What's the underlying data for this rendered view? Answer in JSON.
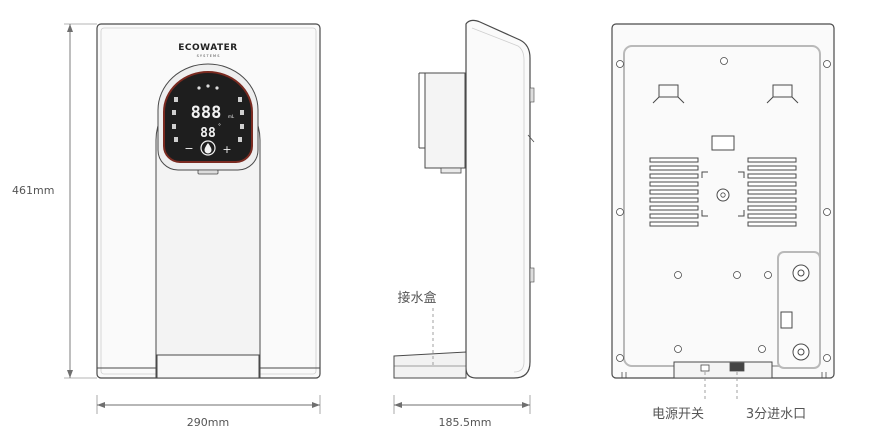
{
  "dimensions": {
    "height": "461mm",
    "front_width": "290mm",
    "side_width": "185.5mm"
  },
  "labels": {
    "water_box": "接水盒",
    "power_switch": "电源开关",
    "water_inlet": "3分进水口"
  },
  "front_panel": {
    "brand": "ECOWATER",
    "brand_sub": "S Y S T E M S",
    "display_main": "888",
    "display_main_unit": "mL",
    "display_temp": "88",
    "display_temp_unit": "°",
    "minus": "−",
    "plus": "+"
  },
  "colors": {
    "line": "#4a4a4a",
    "dim_line": "#6f6f6f",
    "panel_gray": "#b9b9b9",
    "display_bg": "#1e1e1e",
    "display_ring": "#7a2a20"
  }
}
